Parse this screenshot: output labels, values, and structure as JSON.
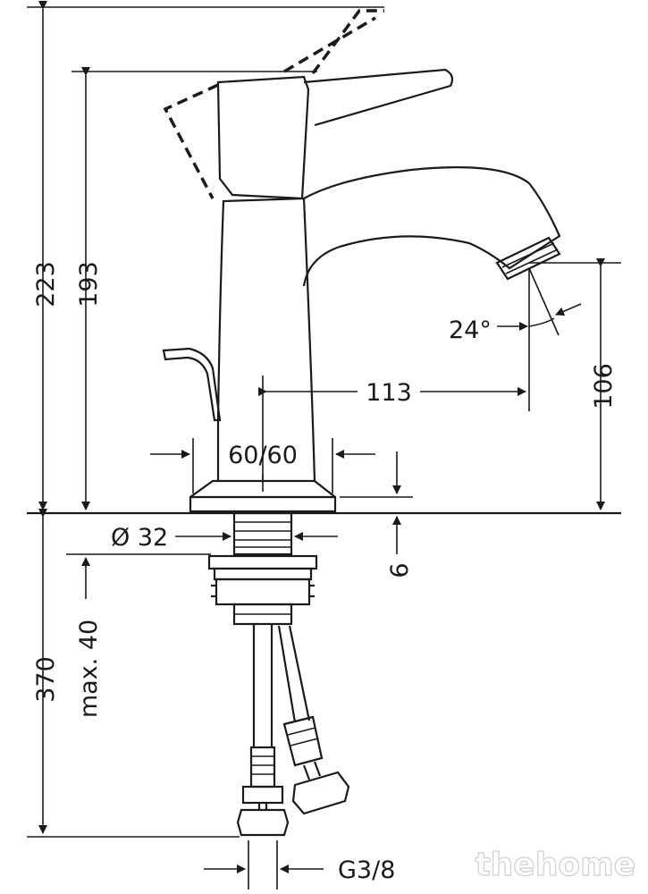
{
  "dimensions": {
    "total_height": "223",
    "body_height": "193",
    "angle": "24°",
    "spout_reach": "113",
    "spout_height": "106",
    "base_diameter": "60/60",
    "shank_diameter": "Ø 32",
    "base_thickness": "6",
    "hose_length": "370",
    "max_counter_thickness": "max. 40",
    "connection_thread": "G3/8"
  },
  "watermark": "thehome"
}
